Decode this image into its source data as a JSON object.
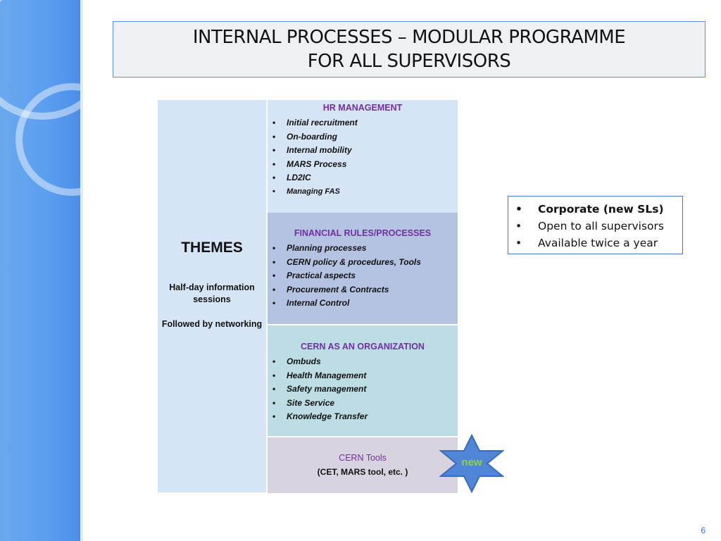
{
  "title": {
    "line1": "INTERNAL PROCESSES – MODULAR PROGRAMME",
    "line2": "FOR  ALL SUPERVISORS"
  },
  "themes": {
    "heading": "THEMES",
    "sub1": "Half-day information sessions",
    "sub2": "Followed by networking"
  },
  "panels": [
    {
      "heading": "HR MANAGEMENT",
      "items": [
        "Initial recruitment",
        "On-boarding",
        "Internal mobility",
        "MARS Process",
        "LD2IC",
        "Managing FAS"
      ]
    },
    {
      "heading": "FINANCIAL RULES/PROCESSES",
      "items": [
        "Planning processes",
        "CERN policy & procedures, Tools",
        "Practical aspects",
        "Procurement & Contracts",
        "Internal Control"
      ]
    },
    {
      "heading": "CERN AS AN ORGANIZATION",
      "items": [
        "Ombuds",
        "Health Management",
        "Safety management",
        "Site Service",
        "Knowledge Transfer"
      ]
    },
    {
      "heading": "CERN Tools",
      "sub": "(CET, MARS tool, etc. )"
    }
  ],
  "badge": {
    "label": "new",
    "color": "#8fd14f",
    "fill": "#4f86d6"
  },
  "info": {
    "items": [
      "Corporate (new SLs)",
      "Open to all supervisors",
      "Available twice a year"
    ]
  },
  "page_number": "6"
}
